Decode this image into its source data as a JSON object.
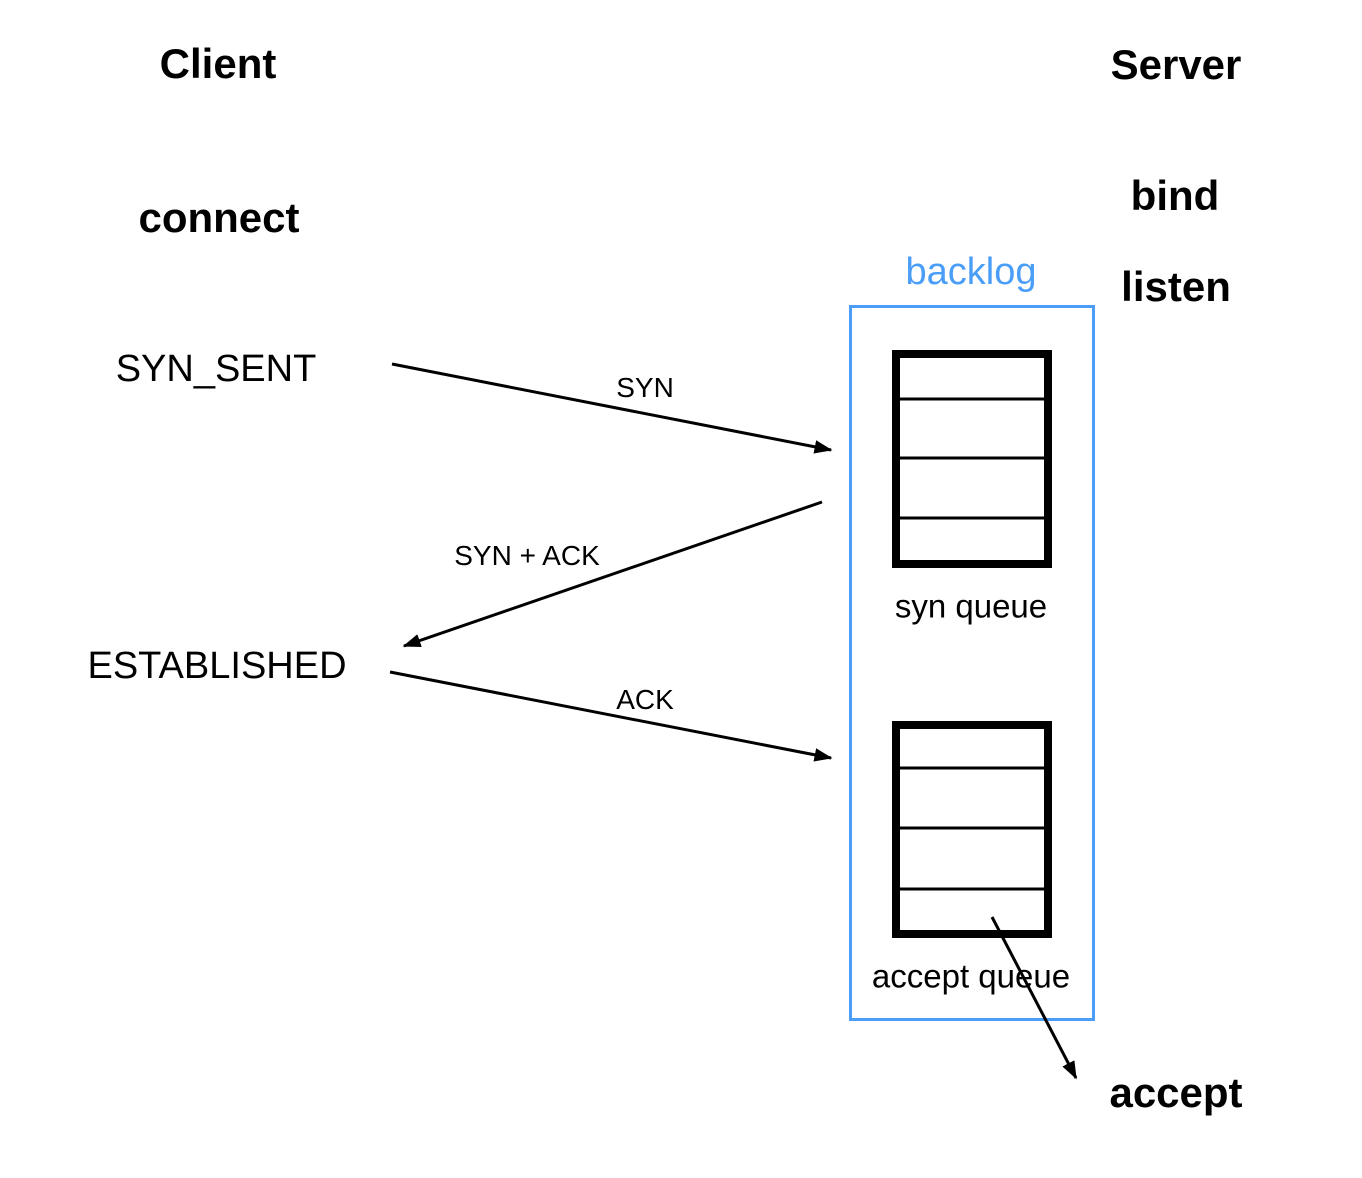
{
  "colors": {
    "ink": "#000000",
    "backlog_blue": "#4a9ef7",
    "background": "#ffffff"
  },
  "client": {
    "title": "Client",
    "connect": "connect",
    "states": {
      "syn_sent": "SYN_SENT",
      "established": "ESTABLISHED"
    }
  },
  "server": {
    "title": "Server",
    "bind": "bind",
    "listen": "listen",
    "accept": "accept"
  },
  "backlog": {
    "label": "backlog",
    "syn_queue": {
      "label": "syn queue",
      "slots": 4
    },
    "accept_queue": {
      "label": "accept queue",
      "slots": 4
    }
  },
  "messages": {
    "syn": "SYN",
    "syn_ack": "SYN + ACK",
    "ack": "ACK"
  }
}
